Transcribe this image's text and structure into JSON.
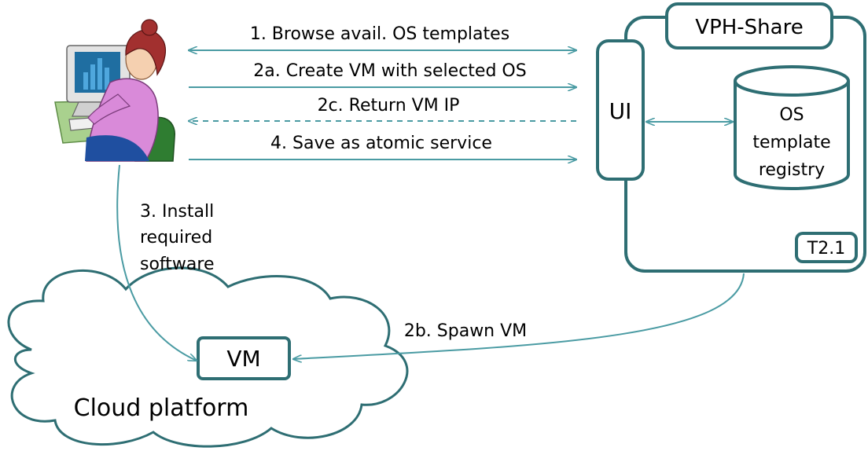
{
  "colors": {
    "frame": "#2e6e73",
    "arrow": "#4a9ba3",
    "shirt": "#d98ad9",
    "hair": "#a2302f",
    "chair": "#2f7d31",
    "monitor": "#e3e3e3",
    "screen": "#1f6ea1",
    "bars": "#4fa7dd"
  },
  "icons": {
    "user": "person-at-computer-clipart",
    "cloud": "cloud-icon",
    "registry": "database-cylinder-icon"
  },
  "vph_box": {
    "title": "VPH-Share",
    "ui_label": "UI",
    "registry_lines": [
      "OS",
      "template",
      "registry"
    ],
    "task_tag": "T2.1"
  },
  "cloud": {
    "label": "Cloud platform",
    "vm_label": "VM"
  },
  "arrows": {
    "a1": "1. Browse avail. OS templates",
    "a2a": "2a. Create VM with selected OS",
    "a2c": "2c. Return VM IP",
    "a4": "4. Save as atomic service",
    "a2b": "2b. Spawn VM",
    "a3": [
      "3. Install",
      "required",
      "software"
    ]
  }
}
